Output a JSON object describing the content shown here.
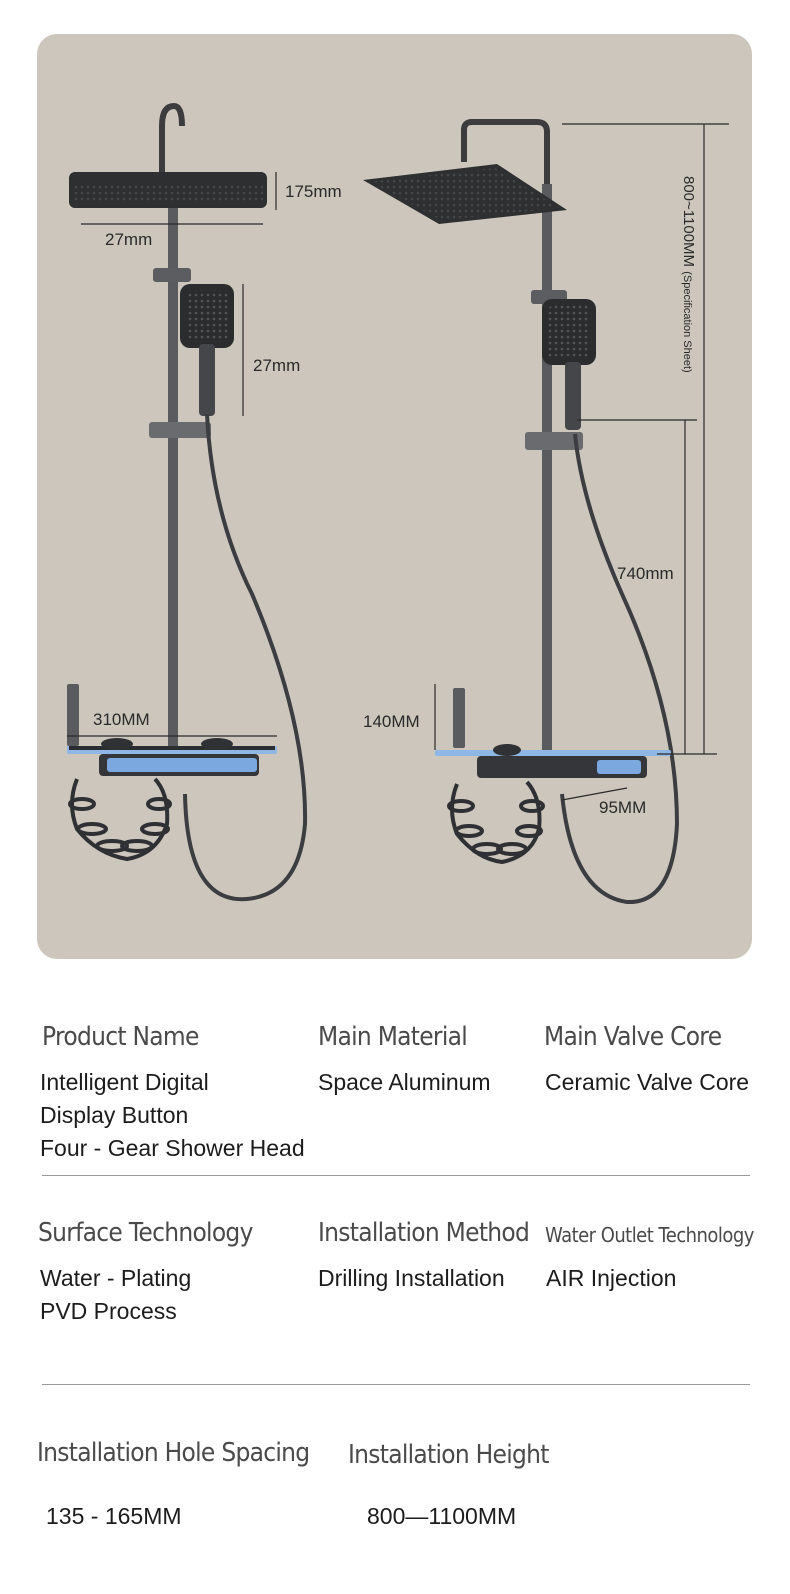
{
  "diagram": {
    "left_unit": {
      "head_height": "175mm",
      "head_width": "27mm",
      "handheld_height": "27mm",
      "shelf_width": "310MM"
    },
    "right_unit": {
      "total_height": "800~1100MM",
      "total_height_note": "(Specification Sheet)",
      "slide_bar": "740mm",
      "spout_height": "140MM",
      "shelf_depth": "95MM"
    }
  },
  "specs": {
    "row1": [
      {
        "label": "Product Name",
        "lines": [
          "Intelligent Digital",
          "Display Button",
          "Four - Gear Shower Head"
        ]
      },
      {
        "label": "Main Material",
        "lines": [
          "Space Aluminum"
        ]
      },
      {
        "label": "Main Valve Core",
        "lines": [
          "Ceramic Valve Core"
        ]
      }
    ],
    "row2": [
      {
        "label": "Surface Technology",
        "lines": [
          "Water - Plating",
          "PVD Process"
        ]
      },
      {
        "label": "Installation Method",
        "lines": [
          "Drilling Installation"
        ]
      },
      {
        "label": "Water Outlet Technology",
        "lines": [
          "AIR Injection"
        ]
      }
    ],
    "row3": [
      {
        "label": "Installation Hole Spacing",
        "lines": [
          "135 - 165MM"
        ]
      },
      {
        "label": "Installation Height",
        "lines": [
          "800—1100MM"
        ]
      }
    ]
  }
}
